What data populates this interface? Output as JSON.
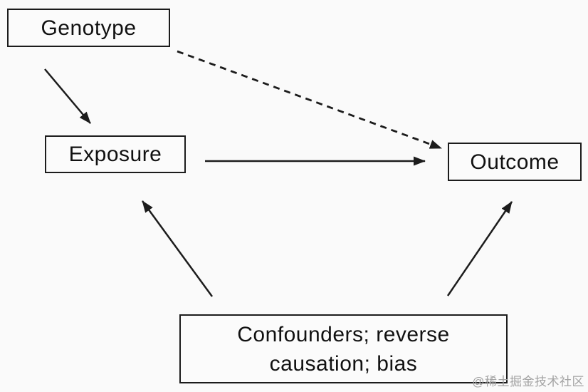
{
  "diagram": {
    "title_hint": "Mendelian randomization causal diagram",
    "nodes": {
      "genotype": {
        "label": "Genotype"
      },
      "exposure": {
        "label": "Exposure"
      },
      "outcome": {
        "label": "Outcome"
      },
      "confounders": {
        "label": "Confounders; reverse causation; bias"
      }
    },
    "edges": [
      {
        "from": "Genotype",
        "to": "Exposure",
        "style": "solid"
      },
      {
        "from": "Genotype",
        "to": "Outcome",
        "style": "dashed"
      },
      {
        "from": "Exposure",
        "to": "Outcome",
        "style": "solid"
      },
      {
        "from": "Confounders; reverse causation; bias",
        "to": "Exposure",
        "style": "solid"
      },
      {
        "from": "Confounders; reverse causation; bias",
        "to": "Outcome",
        "style": "solid"
      }
    ],
    "colors": {
      "background": "#fafafa",
      "line": "#1c1c1c",
      "box_border": "#1c1c1c",
      "watermark": "#a3a3a3"
    }
  },
  "watermark": {
    "text": "@稀土掘金技术社区"
  }
}
